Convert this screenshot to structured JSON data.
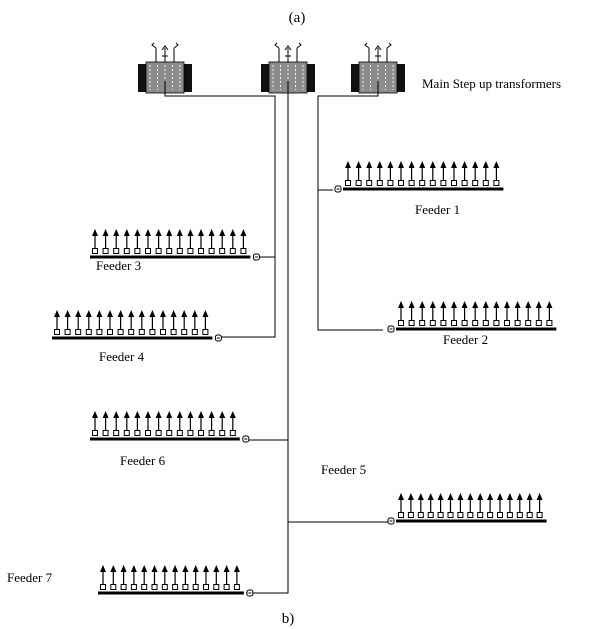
{
  "top_caption": "(a)",
  "bottom_caption": "b)",
  "transformers_label": "Main Step up transformers",
  "feeders": [
    {
      "id": "feeder-1",
      "label": "Feeder 1",
      "generator_count": 15
    },
    {
      "id": "feeder-2",
      "label": "Feeder 2",
      "generator_count": 15
    },
    {
      "id": "feeder-3",
      "label": "Feeder 3",
      "generator_count": 15
    },
    {
      "id": "feeder-4",
      "label": "Feeder 4",
      "generator_count": 15
    },
    {
      "id": "feeder-5",
      "label": "Feeder 5",
      "generator_count": 15
    },
    {
      "id": "feeder-6",
      "label": "Feeder 6",
      "generator_count": 14
    },
    {
      "id": "feeder-7",
      "label": "Feeder 7",
      "generator_count": 14
    }
  ],
  "transformers": [
    {
      "id": "transformer-left"
    },
    {
      "id": "transformer-middle"
    },
    {
      "id": "transformer-right"
    }
  ],
  "colors": {
    "line": "#000000",
    "transformer_body": "#8c8c8c",
    "transformer_core": "#111111"
  }
}
